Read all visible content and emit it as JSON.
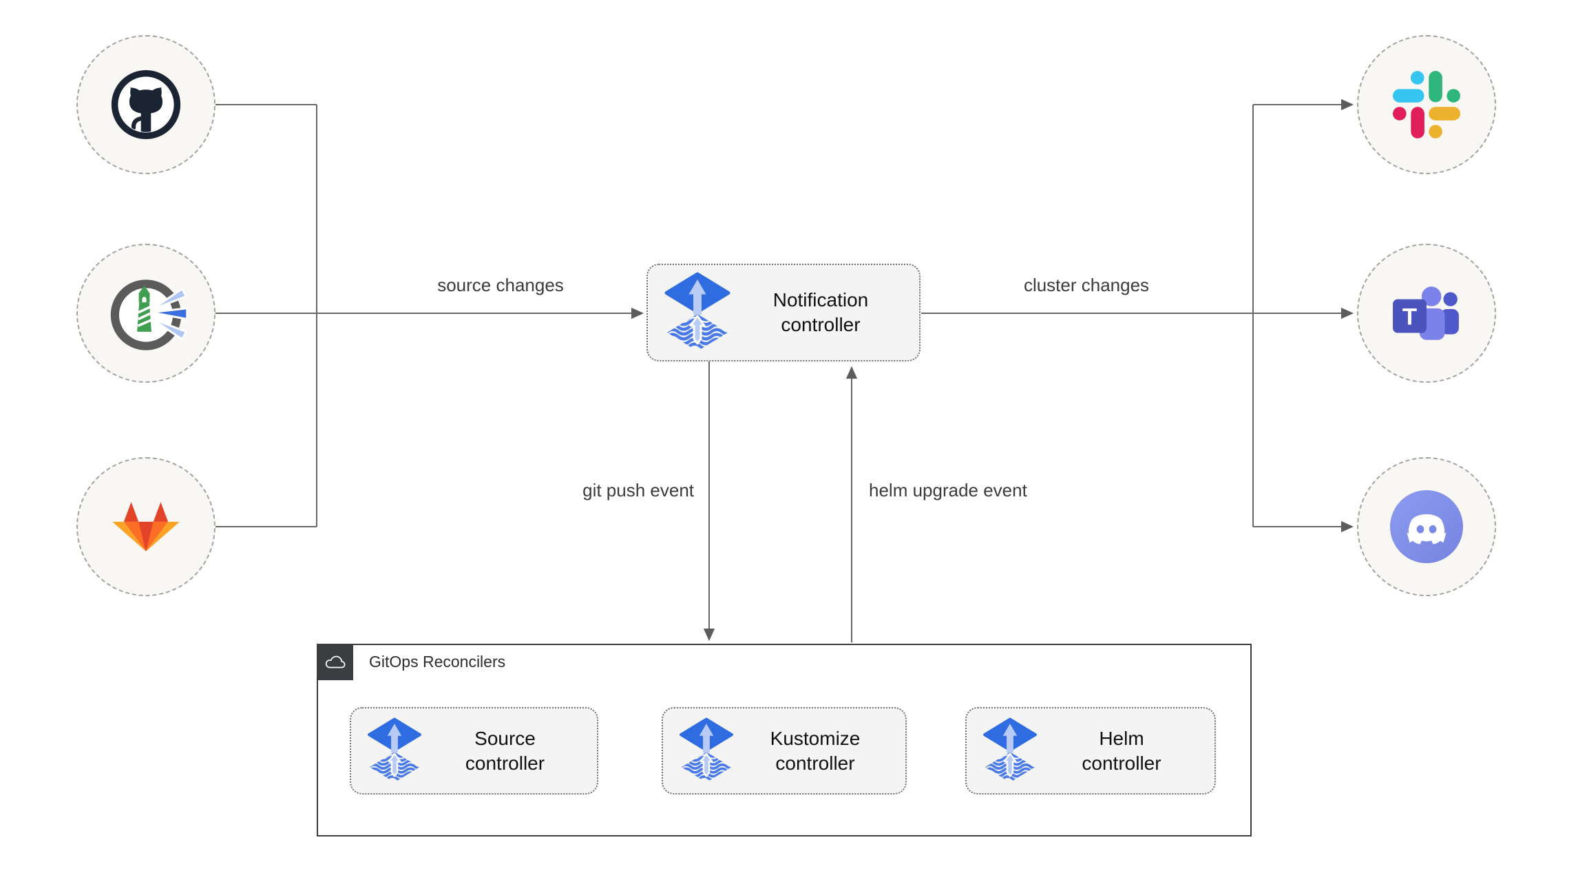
{
  "edge_labels": {
    "source_changes": "source changes",
    "cluster_changes": "cluster changes",
    "git_push": "git push event",
    "helm_upgrade": "helm upgrade event"
  },
  "nodes": {
    "notification": {
      "line1": "Notification",
      "line2": "controller",
      "icon": "flux-icon"
    },
    "source": {
      "line1": "Source",
      "line2": "controller",
      "icon": "flux-icon"
    },
    "kustomize": {
      "line1": "Kustomize",
      "line2": "controller",
      "icon": "flux-icon"
    },
    "helm": {
      "line1": "Helm",
      "line2": "controller",
      "icon": "flux-icon"
    }
  },
  "gitops_container": {
    "label": "GitOps Reconcilers",
    "icon": "cloud-icon"
  },
  "event_sources": [
    {
      "icon": "github-icon"
    },
    {
      "icon": "harbor-icon"
    },
    {
      "icon": "gitlab-icon"
    }
  ],
  "notification_targets": [
    {
      "icon": "slack-icon"
    },
    {
      "icon": "teams-icon",
      "monogram": "T"
    },
    {
      "icon": "discord-icon"
    }
  ],
  "colors": {
    "wire": "#666666",
    "node_fill": "#f4f4f4",
    "endpoint_fill": "#f8f7f4",
    "flux_blue": "#2f6ce2",
    "flux_arrow": "#b7cbf4",
    "flux_stripe": "#4a79e8",
    "github_dark": "#1b2433",
    "harbor_green": "#3f9e4f",
    "harbor_gray": "#5b5b5b",
    "harbor_beam_light": "#adc6f2",
    "harbor_beam_blue": "#3a6fe0",
    "gitlab_red": "#e24329",
    "gitlab_orange": "#fc6d26",
    "gitlab_yellow": "#fca326",
    "slack_blue": "#36C5F0",
    "slack_green": "#2EB67D",
    "slack_yellow": "#ECB22E",
    "slack_pink": "#E01E5A",
    "teams_dark": "#4b53bc",
    "teams_light": "#7b83eb",
    "teams_mid": "#5059c9",
    "discord_blurple": "#7b8ce4",
    "gitops_border": "#3c3c3c",
    "gitops_tab": "#3a3e41"
  }
}
